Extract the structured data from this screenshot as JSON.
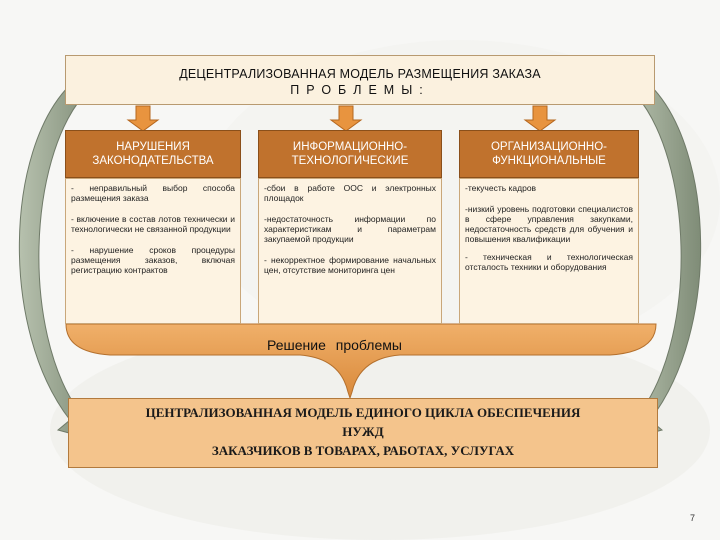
{
  "title": {
    "line1": "ДЕЦЕНТРАЛИЗОВАННАЯ МОДЕЛЬ РАЗМЕЩЕНИЯ ЗАКАЗА",
    "line2": "ПРОБЛЕМЫ:"
  },
  "columns": [
    {
      "header": "НАРУШЕНИЯ ЗАКОНОДАТЕЛЬСТВА",
      "items": [
        "- неправильный выбор способа размещения заказа",
        "- включение в состав лотов технически и технологически не связанной продукции",
        "- нарушение сроков процедуры размещения заказов, включая регистрацию контрактов"
      ]
    },
    {
      "header": "ИНФОРМАЦИОННО-ТЕХНОЛОГИЧЕСКИЕ",
      "items": [
        "-сбои в работе ООС и электронных площадок",
        "-недостаточность информации по характеристикам и параметрам закупаемой продукции",
        "- некорректное формирование начальных цен, отсутствие мониторинга цен"
      ]
    },
    {
      "header": "ОРГАНИЗАЦИОННО-ФУНКЦИОНАЛЬНЫЕ",
      "items": [
        "-текучесть кадров",
        "-низкий уровень подготовки специалистов в сфере управления закупками, недостаточность средств для обучения и повышения квалификации",
        "- техническая и технологическая отсталость техники и оборудования"
      ]
    }
  ],
  "solution_label": "Решение проблемы",
  "result": {
    "line1": "ЦЕНТРАЛИЗОВАННАЯ МОДЕЛЬ ЕДИНОГО ЦИКЛА ОБЕСПЕЧЕНИЯ",
    "line2": "НУЖД",
    "line3": "ЗАКАЗЧИКОВ В ТОВАРАХ, РАБОТАХ, УСЛУГАХ"
  },
  "page_number": "7",
  "colors": {
    "header_orange": "#c0722d",
    "brace_orange": "#e39a4c",
    "arrow_orange": "#e8943f",
    "side_arrows": "#8c9a85",
    "result_fill": "#f4c48c",
    "panel_fill": "#fdf3e2"
  }
}
